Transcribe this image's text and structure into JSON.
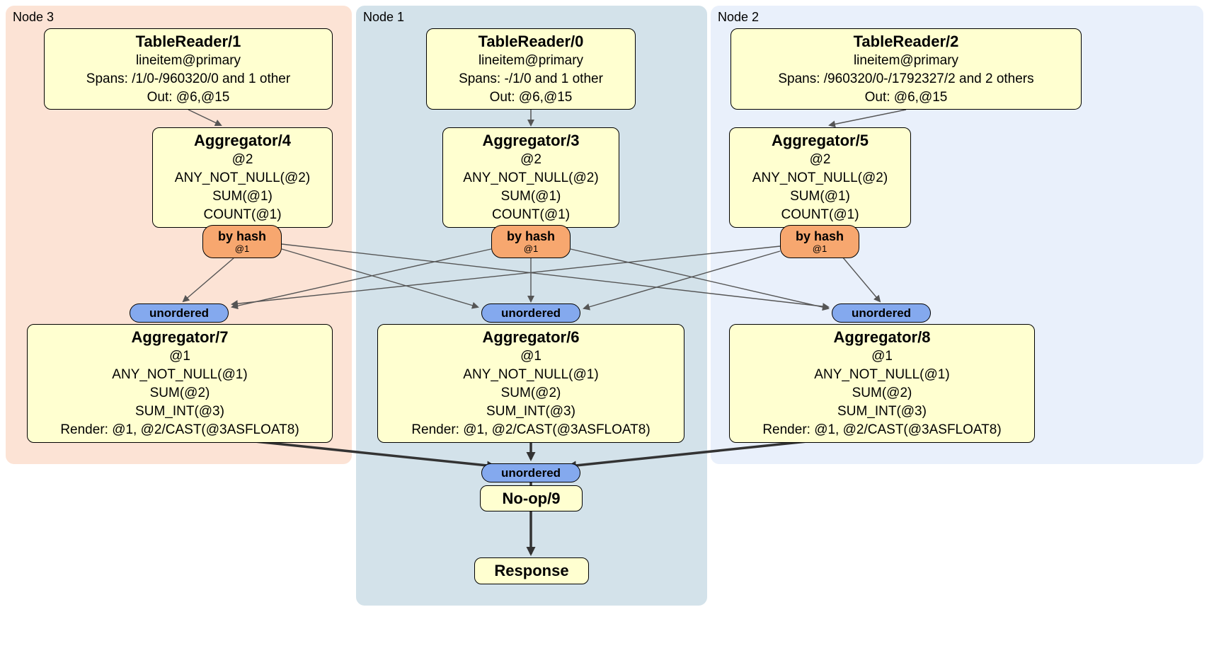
{
  "nodes": [
    {
      "label": "Node 3",
      "table_reader": {
        "title": "TableReader/1",
        "lines": [
          "lineitem@primary",
          "Spans: /1/0-/960320/0 and 1 other",
          "Out: @6,@15"
        ]
      },
      "aggregator_top": {
        "title": "Aggregator/4",
        "lines": [
          "@2",
          "ANY_NOT_NULL(@2)",
          "SUM(@1)",
          "COUNT(@1)"
        ]
      },
      "router": {
        "label": "by hash",
        "detail": "@1"
      },
      "stream": {
        "label": "unordered"
      },
      "aggregator_bottom": {
        "title": "Aggregator/7",
        "lines": [
          "@1",
          "ANY_NOT_NULL(@1)",
          "SUM(@2)",
          "SUM_INT(@3)",
          "Render: @1, @2/CAST(@3ASFLOAT8)"
        ]
      }
    },
    {
      "label": "Node 1",
      "table_reader": {
        "title": "TableReader/0",
        "lines": [
          "lineitem@primary",
          "Spans: -/1/0 and 1 other",
          "Out: @6,@15"
        ]
      },
      "aggregator_top": {
        "title": "Aggregator/3",
        "lines": [
          "@2",
          "ANY_NOT_NULL(@2)",
          "SUM(@1)",
          "COUNT(@1)"
        ]
      },
      "router": {
        "label": "by hash",
        "detail": "@1"
      },
      "stream": {
        "label": "unordered"
      },
      "aggregator_bottom": {
        "title": "Aggregator/6",
        "lines": [
          "@1",
          "ANY_NOT_NULL(@1)",
          "SUM(@2)",
          "SUM_INT(@3)",
          "Render: @1, @2/CAST(@3ASFLOAT8)"
        ]
      }
    },
    {
      "label": "Node 2",
      "table_reader": {
        "title": "TableReader/2",
        "lines": [
          "lineitem@primary",
          "Spans: /960320/0-/1792327/2 and 2 others",
          "Out: @6,@15"
        ]
      },
      "aggregator_top": {
        "title": "Aggregator/5",
        "lines": [
          "@2",
          "ANY_NOT_NULL(@2)",
          "SUM(@1)",
          "COUNT(@1)"
        ]
      },
      "router": {
        "label": "by hash",
        "detail": "@1"
      },
      "stream": {
        "label": "unordered"
      },
      "aggregator_bottom": {
        "title": "Aggregator/8",
        "lines": [
          "@1",
          "ANY_NOT_NULL(@1)",
          "SUM(@2)",
          "SUM_INT(@3)",
          "Render: @1, @2/CAST(@3ASFLOAT8)"
        ]
      }
    }
  ],
  "final": {
    "stream_label": "unordered",
    "noop_label": "No-op/9",
    "response_label": "Response"
  },
  "colors": {
    "node3_bg": "#fce3d5",
    "node1_bg": "#d3e2ea",
    "node2_bg": "#e9f0fb",
    "box_fill": "#ffffd0",
    "router_fill": "#f7a76f",
    "stream_fill": "#84a9ee"
  }
}
